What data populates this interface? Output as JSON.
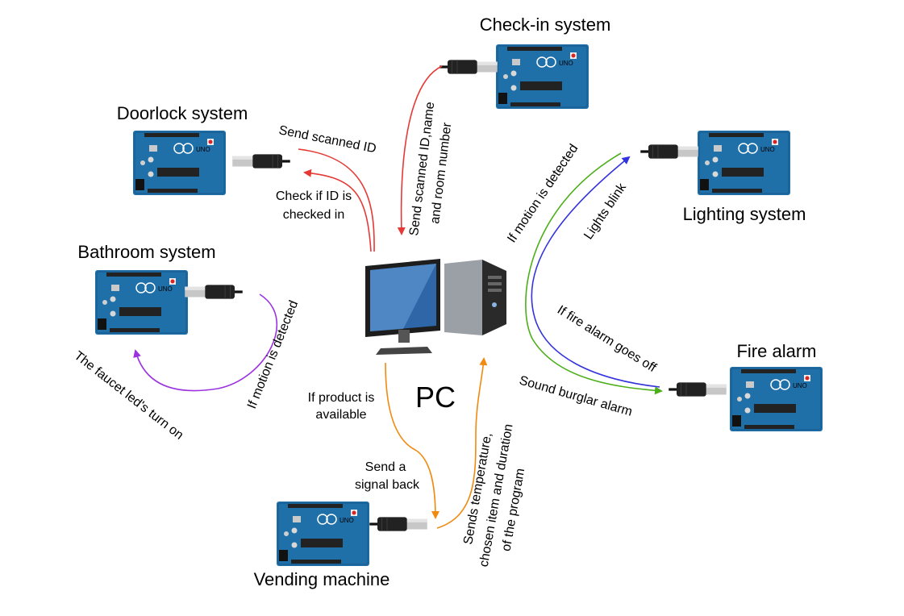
{
  "center": {
    "label": "PC"
  },
  "systems": {
    "checkin": {
      "title": "Check-in system"
    },
    "doorlock": {
      "title": "Doorlock system"
    },
    "lighting": {
      "title": "Lighting system"
    },
    "bathroom": {
      "title": "Bathroom system"
    },
    "fire": {
      "title": "Fire alarm"
    },
    "vending": {
      "title": "Vending machine"
    }
  },
  "links": {
    "checkin_send": [
      "Send scanned ID,name",
      "and room number"
    ],
    "doorlock_send": "Send scanned ID",
    "doorlock_check": [
      "Check if ID is",
      "checked in"
    ],
    "lighting_motion": "If motion is detected",
    "lighting_blink": "Lights blink",
    "bathroom_motion": "If motion is detected",
    "bathroom_faucet": "The faucet led's turn on",
    "fire_goes_off": "If fire alarm goes off",
    "fire_burglar": "Sound burglar alarm",
    "vending_product": [
      "If product is",
      "available"
    ],
    "vending_signal": [
      "Send a",
      "signal back"
    ],
    "vending_sends": [
      "Sends temperature,",
      "chosen item and duration",
      "of the program"
    ]
  },
  "colors": {
    "checkin_doorlock_arrows": "#e53935",
    "lighting_motion_arrow": "#4caf1a",
    "lighting_blink_arrow": "#3333dd",
    "bathroom_arrow": "#9c33e0",
    "vending_arrows": "#f08a10",
    "board_blue": "#1f6fa8"
  }
}
